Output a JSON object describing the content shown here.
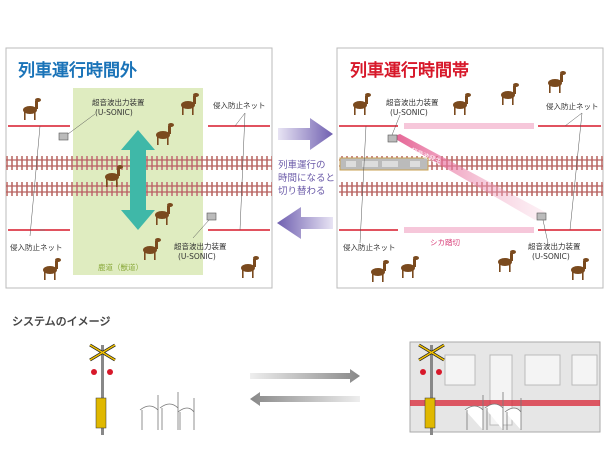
{
  "left_panel": {
    "title": "列車運行時間外",
    "device_top": [
      "超音波出力装置",
      "(U-SONIC)"
    ],
    "device_bottom": [
      "超音波出力装置",
      "(U-SONIC)"
    ],
    "net_right": "侵入防止ネット",
    "net_left": "侵入防止ネット",
    "deer_path": "鹿道（獣道）"
  },
  "middle": {
    "text": [
      "列車運行の",
      "時間になると",
      "切り替わる"
    ]
  },
  "right_panel": {
    "title": "列車運行時間帯",
    "device_top": [
      "超音波出力装置",
      "(U-SONIC)"
    ],
    "device_bottom": [
      "超音波出力装置",
      "(U-SONIC)"
    ],
    "net_right": "侵入防止ネット",
    "net_left": "侵入防止ネット",
    "beam_top": "超音波発生",
    "beam_bottom": "超音波発生",
    "crossing": "シカ踏切"
  },
  "bottom": {
    "caption": "システムのイメージ"
  },
  "colors": {
    "title_left": "#1a73b8",
    "title_right": "#d7182a",
    "arrow": "#7b6bb8",
    "net": "#d7182a",
    "deer": "#7a4a1e"
  }
}
